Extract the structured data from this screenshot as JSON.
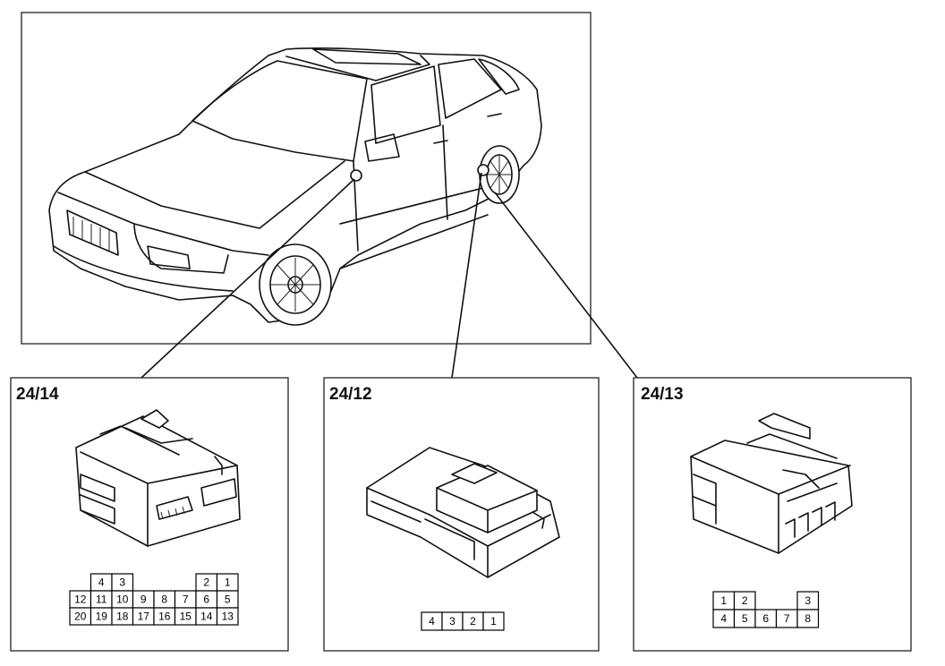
{
  "connectors": [
    {
      "id": "24/14",
      "label": "24/14",
      "pins": [
        {
          "n": "4",
          "row": 0,
          "col": 1
        },
        {
          "n": "3",
          "row": 0,
          "col": 2
        },
        {
          "n": "2",
          "row": 0,
          "col": 6
        },
        {
          "n": "1",
          "row": 0,
          "col": 7
        },
        {
          "n": "12",
          "row": 1,
          "col": 0
        },
        {
          "n": "11",
          "row": 1,
          "col": 1
        },
        {
          "n": "10",
          "row": 1,
          "col": 2
        },
        {
          "n": "9",
          "row": 1,
          "col": 3
        },
        {
          "n": "8",
          "row": 1,
          "col": 4
        },
        {
          "n": "7",
          "row": 1,
          "col": 5
        },
        {
          "n": "6",
          "row": 1,
          "col": 6
        },
        {
          "n": "5",
          "row": 1,
          "col": 7
        },
        {
          "n": "20",
          "row": 2,
          "col": 0
        },
        {
          "n": "19",
          "row": 2,
          "col": 1
        },
        {
          "n": "18",
          "row": 2,
          "col": 2
        },
        {
          "n": "17",
          "row": 2,
          "col": 3
        },
        {
          "n": "16",
          "row": 2,
          "col": 4
        },
        {
          "n": "15",
          "row": 2,
          "col": 5
        },
        {
          "n": "14",
          "row": 2,
          "col": 6
        },
        {
          "n": "13",
          "row": 2,
          "col": 7
        }
      ]
    },
    {
      "id": "24/12",
      "label": "24/12",
      "pins": [
        {
          "n": "4",
          "row": 0,
          "col": 0
        },
        {
          "n": "3",
          "row": 0,
          "col": 1
        },
        {
          "n": "2",
          "row": 0,
          "col": 2
        },
        {
          "n": "1",
          "row": 0,
          "col": 3
        }
      ]
    },
    {
      "id": "24/13",
      "label": "24/13",
      "pins": [
        {
          "n": "1",
          "row": 0,
          "col": 0
        },
        {
          "n": "2",
          "row": 0,
          "col": 1
        },
        {
          "n": "3",
          "row": 0,
          "col": 4
        },
        {
          "n": "4",
          "row": 1,
          "col": 0
        },
        {
          "n": "5",
          "row": 1,
          "col": 1
        },
        {
          "n": "6",
          "row": 1,
          "col": 2
        },
        {
          "n": "7",
          "row": 1,
          "col": 3
        },
        {
          "n": "8",
          "row": 1,
          "col": 4
        }
      ]
    }
  ]
}
